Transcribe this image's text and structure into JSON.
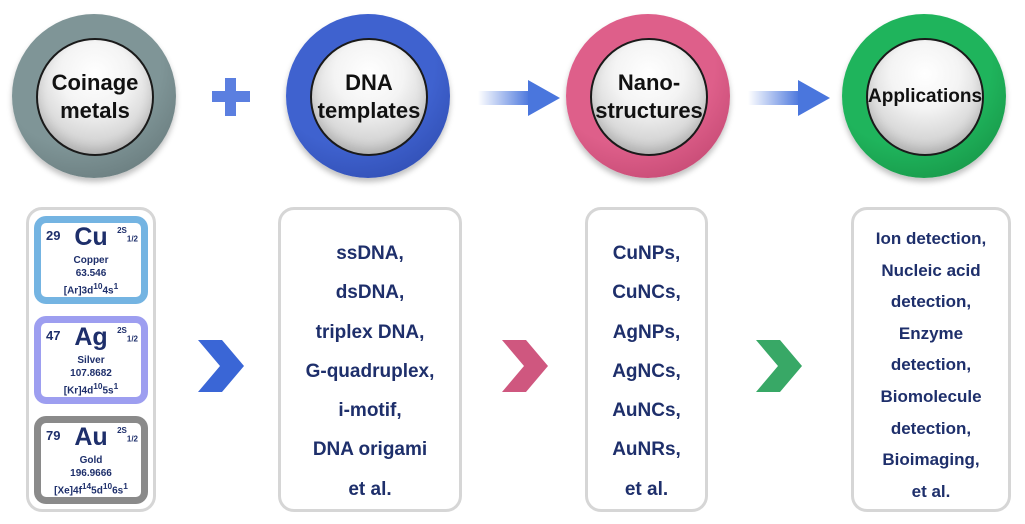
{
  "stages": [
    {
      "label": "Coinage\nmetals",
      "ring_color": "#7f9597",
      "ring_dark": "#5e6f71"
    },
    {
      "label": "DNA\ntemplates",
      "ring_color": "#3f62cf",
      "ring_dark": "#2a45a6"
    },
    {
      "label": "Nano-\nstructures",
      "ring_color": "#de5f8a",
      "ring_dark": "#b93f69"
    },
    {
      "label": "Applications",
      "ring_color": "#1fb45c",
      "ring_dark": "#14893f"
    }
  ],
  "connectors": {
    "plus": "+",
    "plus_color": "#5b7fe0",
    "arrow_color": "#4a76dd"
  },
  "elements": [
    {
      "number": "29",
      "symbol": "Cu",
      "term": "2S",
      "term_sub": "1/2",
      "name": "Copper",
      "mass": "63.546",
      "config_base": "[Ar]3d",
      "config_sup1": "10",
      "config_mid": "4s",
      "config_sup2": "1",
      "config_mid2": "",
      "config_sup3": "",
      "color": "#74b4e2"
    },
    {
      "number": "47",
      "symbol": "Ag",
      "term": "2S",
      "term_sub": "1/2",
      "name": "Silver",
      "mass": "107.8682",
      "config_base": "[Kr]4d",
      "config_sup1": "10",
      "config_mid": "5s",
      "config_sup2": "1",
      "config_mid2": "",
      "config_sup3": "",
      "color": "#9d9ef0"
    },
    {
      "number": "79",
      "symbol": "Au",
      "term": "2S",
      "term_sub": "1/2",
      "name": "Gold",
      "mass": "196.9666",
      "config_base": "[Xe]4f",
      "config_sup1": "14",
      "config_mid": "5d",
      "config_sup2": "10",
      "config_mid2": "6s",
      "config_sup3": "1",
      "color": "#8a8a8a"
    }
  ],
  "chevrons": [
    {
      "color": "#3a66d6"
    },
    {
      "color": "#cf577f"
    },
    {
      "color": "#38a866"
    }
  ],
  "dna_templates": [
    "ssDNA,",
    "dsDNA,",
    "triplex DNA,",
    "G-quadruplex,",
    "i-motif,",
    "DNA origami",
    "et al."
  ],
  "nanostructures": [
    "CuNPs,",
    "CuNCs,",
    "AgNPs,",
    "AgNCs,",
    "AuNCs,",
    "AuNRs,",
    "et al."
  ],
  "applications": [
    "Ion detection,",
    "Nucleic acid",
    "detection,",
    "Enzyme",
    "detection,",
    "Biomolecule",
    "detection,",
    "Bioimaging,",
    "et al."
  ]
}
